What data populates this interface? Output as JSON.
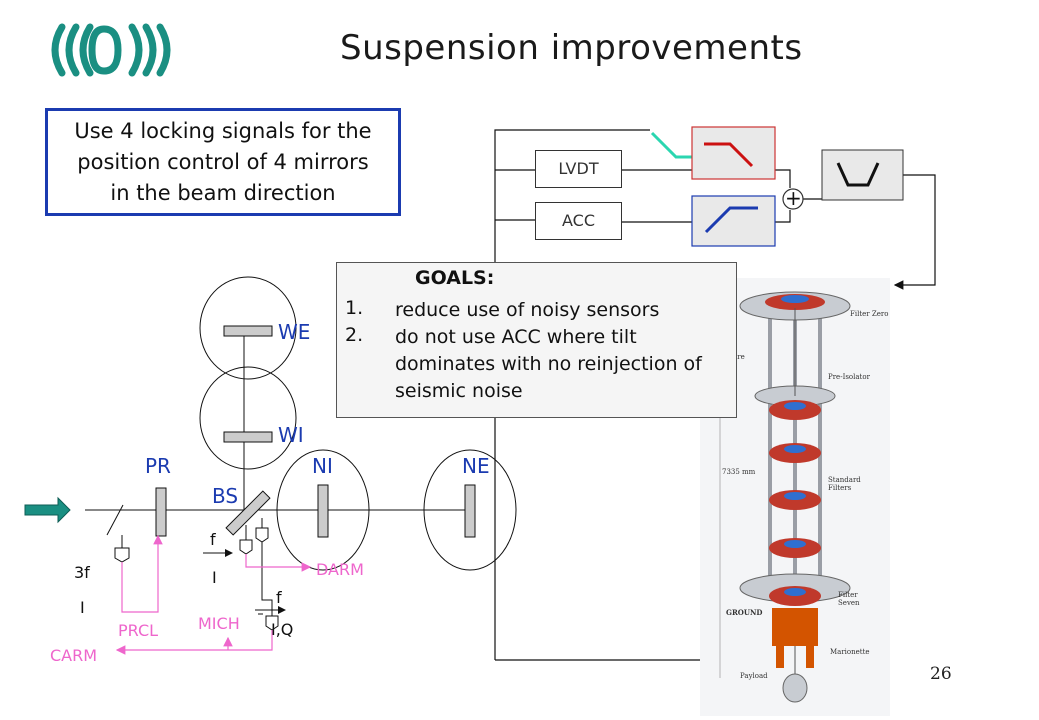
{
  "title": "Suspension improvements",
  "logo": {
    "name": "virgo-logo",
    "color": "#1a8f82"
  },
  "info_box": {
    "lines": [
      "Use 4 locking signals for the",
      "position control of 4 mirrors",
      "in the beam direction"
    ],
    "border_color": "#1b3bb0"
  },
  "control_loop": {
    "sensors": [
      "LVDT",
      "ACC"
    ],
    "summing_symbol": "+"
  },
  "goals": {
    "title": "GOALS:",
    "items": [
      {
        "num": "1.",
        "text": "reduce use of noisy sensors"
      },
      {
        "num": "2.",
        "text": "do not use ACC where tilt dominates with no reinjection of seismic noise"
      }
    ]
  },
  "mirrors": {
    "WE": "WE",
    "WI": "WI",
    "PR": "PR",
    "BS": "BS",
    "NI": "NI",
    "NE": "NE"
  },
  "signals": {
    "DARM": "DARM",
    "MICH": "MICH",
    "PRCL": "PRCL",
    "CARM": "CARM"
  },
  "demod": {
    "f1": "f",
    "I1": "I",
    "f2": "f",
    "IQ": "I,Q",
    "three_f": "3f",
    "I3": "I"
  },
  "tower_labels": {
    "filter_zero": "Filter Zero",
    "wire": "Wire",
    "pre_isolator": "Pre-Isolator",
    "height": "7335 mm",
    "standard_filters": "Standard Filters",
    "ground": "GROUND",
    "filter_seven": "Filter Seven",
    "marionette": "Marionette",
    "payload": "Payload"
  },
  "page_number": "26",
  "colors": {
    "mirror_blue": "#1b3bb0",
    "signal_pink": "#ee66cc",
    "high_pass_border": "#cc3333",
    "low_pass_border": "#1b3bb0",
    "filter_fill": "#e9e9e9"
  }
}
